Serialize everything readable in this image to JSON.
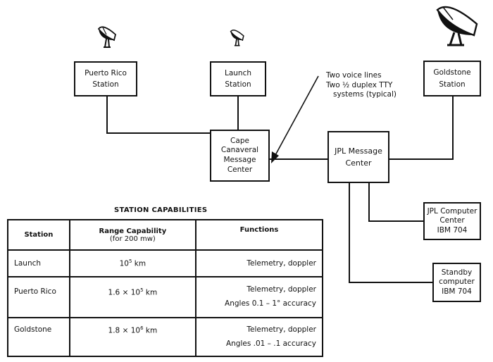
{
  "diagram": {
    "nodes": {
      "puerto_rico": [
        "Puerto Rico",
        "Station"
      ],
      "launch": [
        "Launch",
        "Station"
      ],
      "goldstone": [
        "Goldstone",
        "Station"
      ],
      "cape": [
        "Cape",
        "Canaveral",
        "Message",
        "Center"
      ],
      "jpl_message": [
        "JPL Message",
        "Center"
      ],
      "jpl_computer": [
        "JPL Computer",
        "Center",
        "IBM 704"
      ],
      "standby": [
        "Standby",
        "computer",
        "IBM 704"
      ]
    },
    "annotation": [
      "Two voice lines",
      "Two ½ duplex TTY",
      "systems (typical)"
    ],
    "icons": [
      "antenna-dish-icon"
    ]
  },
  "table": {
    "caption": "STATION CAPABILITIES",
    "headers": {
      "station": "Station",
      "range": "Range Capability",
      "range_sub": "(for 200 mw)",
      "functions": "Functions"
    },
    "rows": [
      {
        "station": "Launch",
        "range": "10",
        "range_exp": "5",
        "range_unit": " km",
        "functions": [
          "Telemetry, doppler"
        ]
      },
      {
        "station": "Puerto Rico",
        "range": "1.6 × 10",
        "range_exp": "5",
        "range_unit": " km",
        "functions": [
          "Telemetry, doppler",
          "Angles 0.1 – 1° accuracy"
        ]
      },
      {
        "station": "Goldstone",
        "range": "1.8 × 10",
        "range_exp": "6",
        "range_unit": " km",
        "functions": [
          "Telemetry, doppler",
          "Angles .01 – .1 accuracy"
        ]
      }
    ]
  }
}
